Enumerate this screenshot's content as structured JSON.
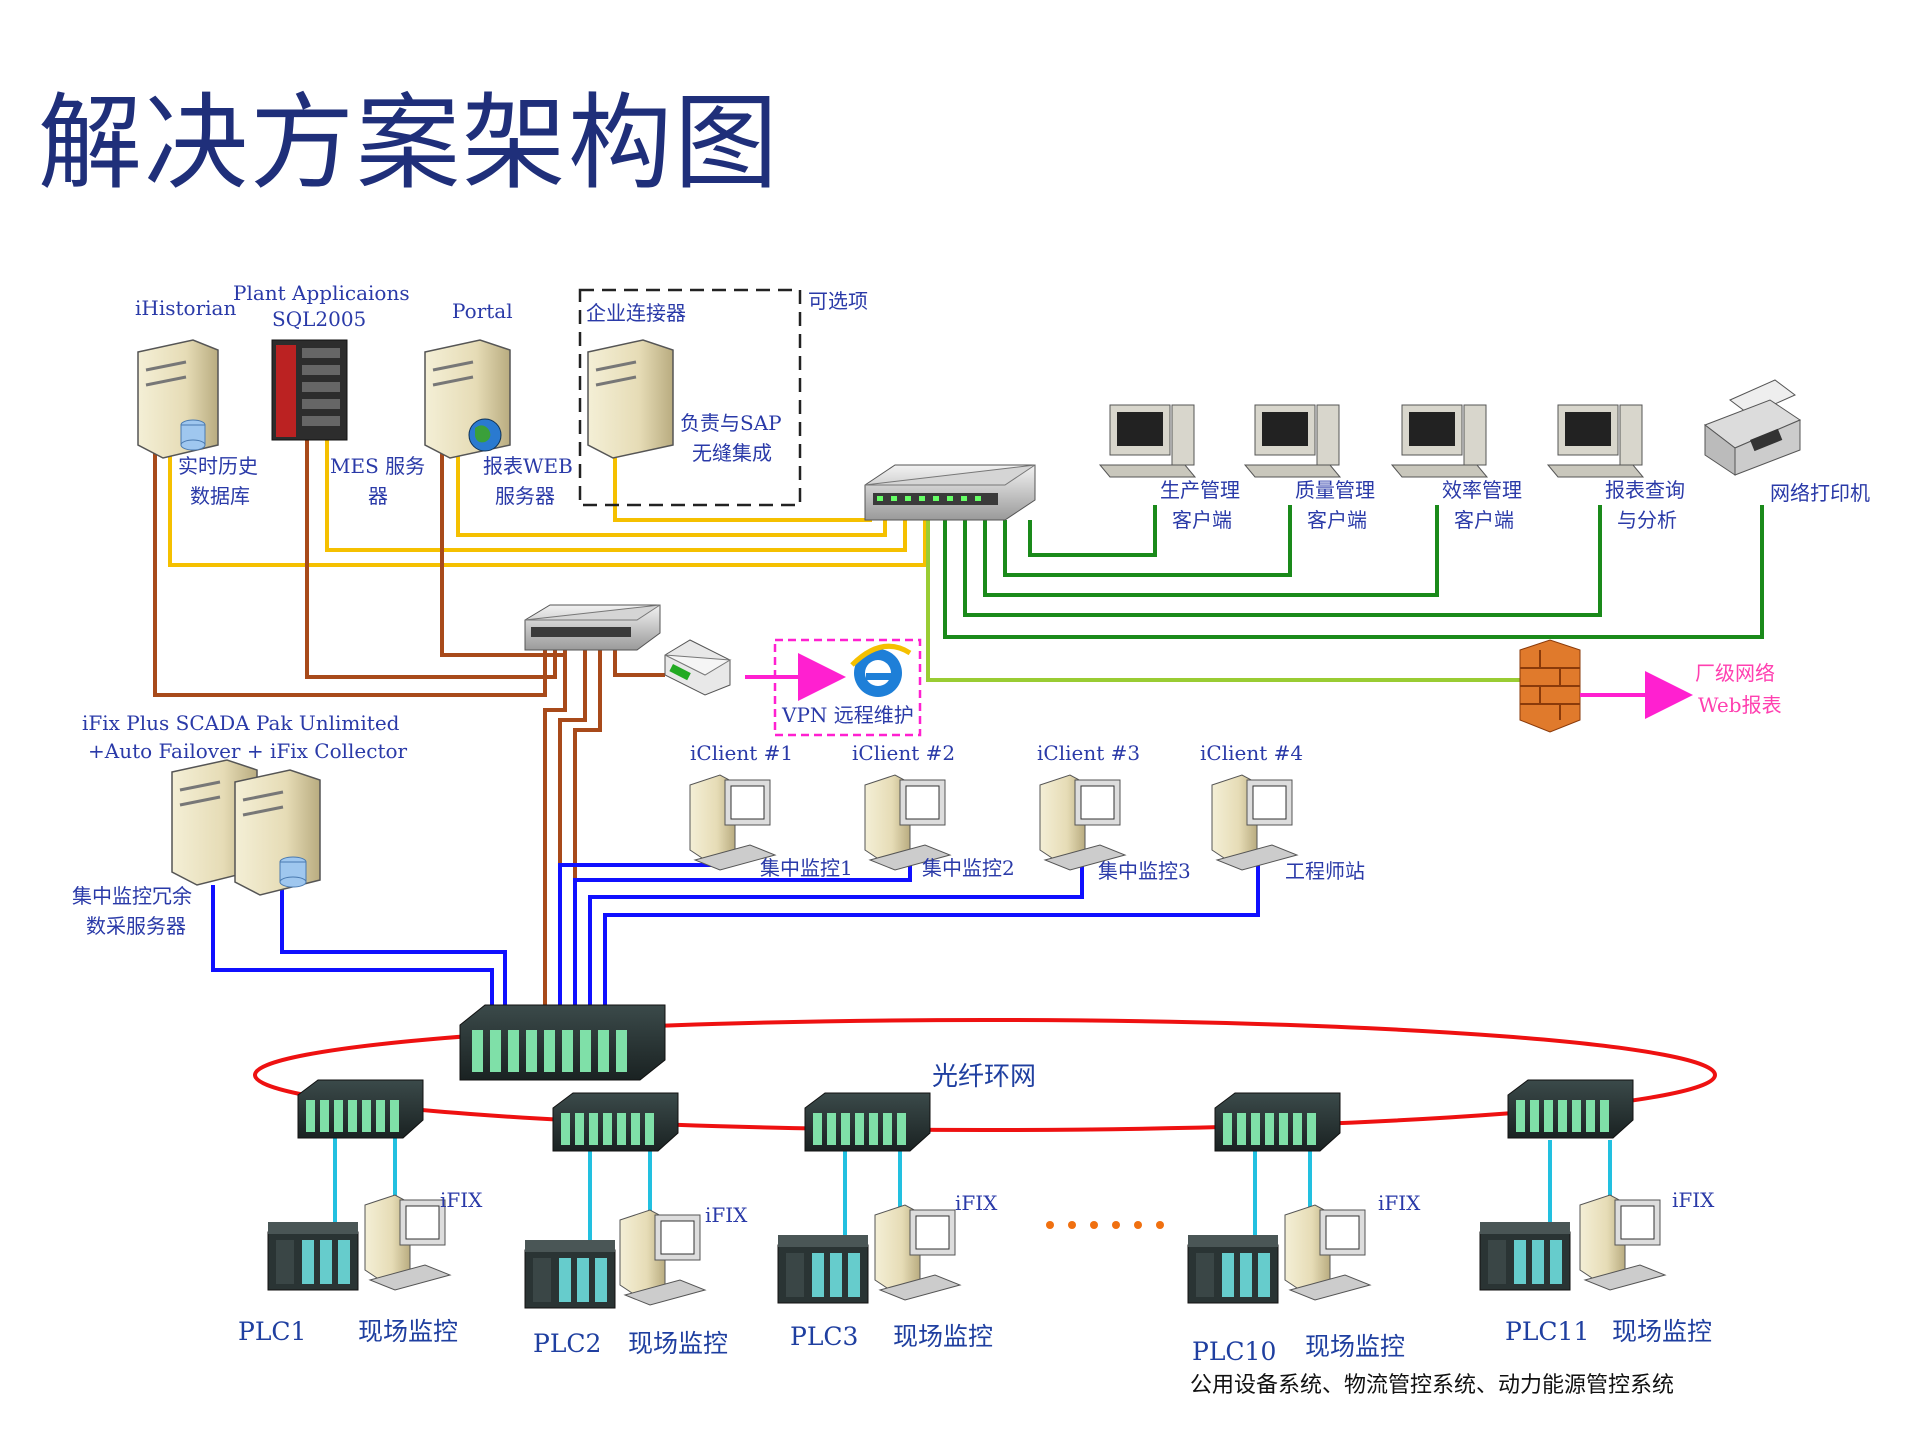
{
  "title": "解决方案架构图",
  "top_servers": {
    "ihistorian": {
      "name": "iHistorian",
      "desc1": "实时历史",
      "desc2": "数据库"
    },
    "plant_apps": {
      "name1": "Plant Applicaions",
      "name2": "SQL2005",
      "desc1": "MES 服务",
      "desc2": "器"
    },
    "portal": {
      "name": "Portal",
      "desc1": "报表WEB",
      "desc2": "服务器"
    },
    "enterprise_connector": {
      "name": "企业连接器",
      "desc1": "负责与SAP",
      "desc2": "无缝集成",
      "optional": "可选项"
    }
  },
  "clients": [
    {
      "line1": "生产管理",
      "line2": "客户端"
    },
    {
      "line1": "质量管理",
      "line2": "客户端"
    },
    {
      "line1": "效率管理",
      "line2": "客户端"
    },
    {
      "line1": "报表查询",
      "line2": "与分析"
    }
  ],
  "printer": "网络打印机",
  "vpn": "VPN 远程维护",
  "firewall_out": {
    "line1": "厂级网络",
    "line2": "Web报表"
  },
  "scada": {
    "line1": "iFix Plus SCADA Pak Unlimited",
    "line2": "+Auto Failover + iFix Collector",
    "desc1": "集中监控冗余",
    "desc2": "数采服务器"
  },
  "iclients": [
    {
      "name": "iClient #1",
      "desc": "集中监控1"
    },
    {
      "name": "iClient #2",
      "desc": "集中监控2"
    },
    {
      "name": "iClient #3",
      "desc": "集中监控3"
    },
    {
      "name": "iClient #4",
      "desc": "工程师站"
    }
  ],
  "ring": "光纤环网",
  "stations": [
    {
      "plc": "PLC1",
      "hmi": "现场监控",
      "tag": "iFIX"
    },
    {
      "plc": "PLC2",
      "hmi": "现场监控",
      "tag": "iFIX"
    },
    {
      "plc": "PLC3",
      "hmi": "现场监控",
      "tag": "iFIX"
    },
    {
      "plc": "PLC10",
      "hmi": "现场监控",
      "tag": "iFIX"
    },
    {
      "plc": "PLC11",
      "hmi": "现场监控",
      "tag": "iFIX"
    }
  ],
  "bottom_note": "公用设备系统、物流管控系统、动力能源管控系统",
  "colors": {
    "title": "#1f2f7a",
    "yellow_link": "#f5c000",
    "brown_link": "#a84a1a",
    "green_link": "#1a8a1a",
    "lime_link": "#99cc33",
    "blue_link": "#1010ff",
    "ring": "#ee1111",
    "cyan_link": "#22c0e0",
    "magenta": "#ff20d0"
  }
}
